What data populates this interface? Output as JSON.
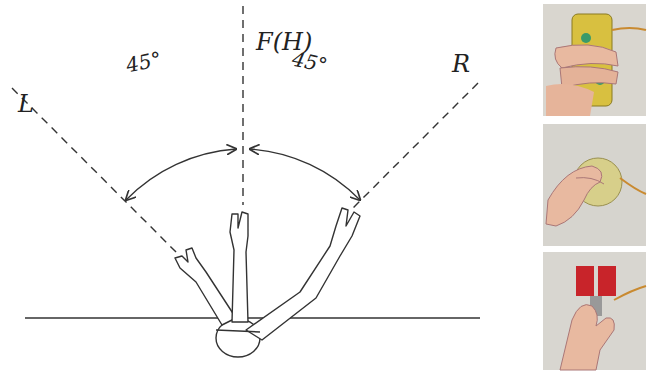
{
  "diagram": {
    "labels": [
      "L",
      "F(H)",
      "45°",
      "45°",
      "R"
    ]
  }
}
